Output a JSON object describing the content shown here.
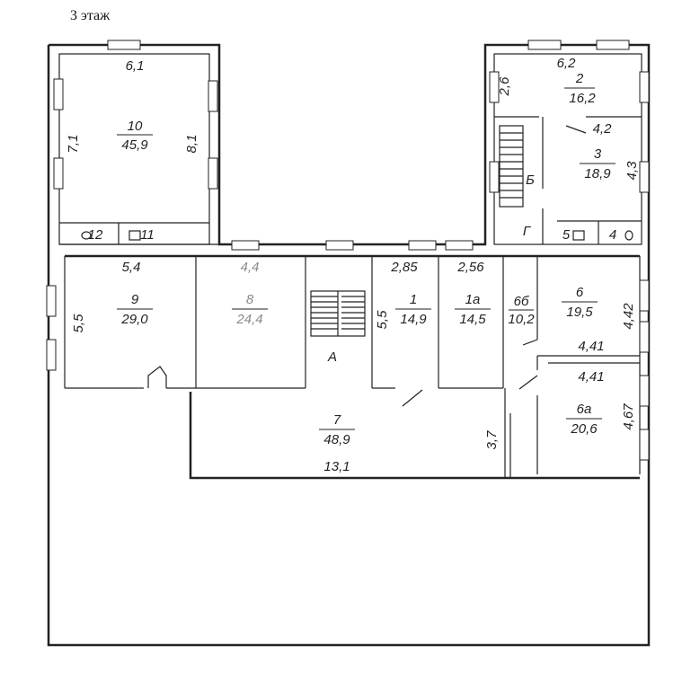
{
  "caption": "3 этаж",
  "rooms": [
    {
      "id": "room-10",
      "num": "10",
      "area": "45,9"
    },
    {
      "id": "room-9",
      "num": "9",
      "area": "29,0"
    },
    {
      "id": "room-8",
      "num": "8",
      "area": "24,4"
    },
    {
      "id": "room-1",
      "num": "1",
      "area": "14,9"
    },
    {
      "id": "room-1a",
      "num": "1а",
      "area": "14,5"
    },
    {
      "id": "room-6b",
      "num": "6б",
      "area": "10,2"
    },
    {
      "id": "room-6",
      "num": "6",
      "area": "19,5"
    },
    {
      "id": "room-6a",
      "num": "6а",
      "area": "20,6"
    },
    {
      "id": "room-7",
      "num": "7",
      "area": "48,9"
    },
    {
      "id": "room-2",
      "num": "2",
      "area": "16,2"
    },
    {
      "id": "room-3",
      "num": "3",
      "area": "18,9"
    }
  ],
  "small_labels": {
    "r12": "12",
    "r11": "11",
    "r5": "5",
    "r4": "4",
    "stair_a": "А",
    "stair_b": "Б",
    "corr_g": "Г"
  },
  "dims": {
    "d_6_1": "6,1",
    "d_7_1": "7,1",
    "d_8_1": "8,1",
    "d_5_4": "5,4",
    "d_5_5_left": "5,5",
    "d_4_4": "4,4",
    "d_5_5_mid": "5,5",
    "d_2_85": "2,85",
    "d_2_56": "2,56",
    "d_6_2": "6,2",
    "d_2_6": "2,6",
    "d_4_2": "4,2",
    "d_4_3": "4,3",
    "d_4_42": "4,42",
    "d_4_41_a": "4,41",
    "d_4_41_b": "4,41",
    "d_4_67": "4,67",
    "d_13_1": "13,1",
    "d_3_7": "3,7"
  }
}
